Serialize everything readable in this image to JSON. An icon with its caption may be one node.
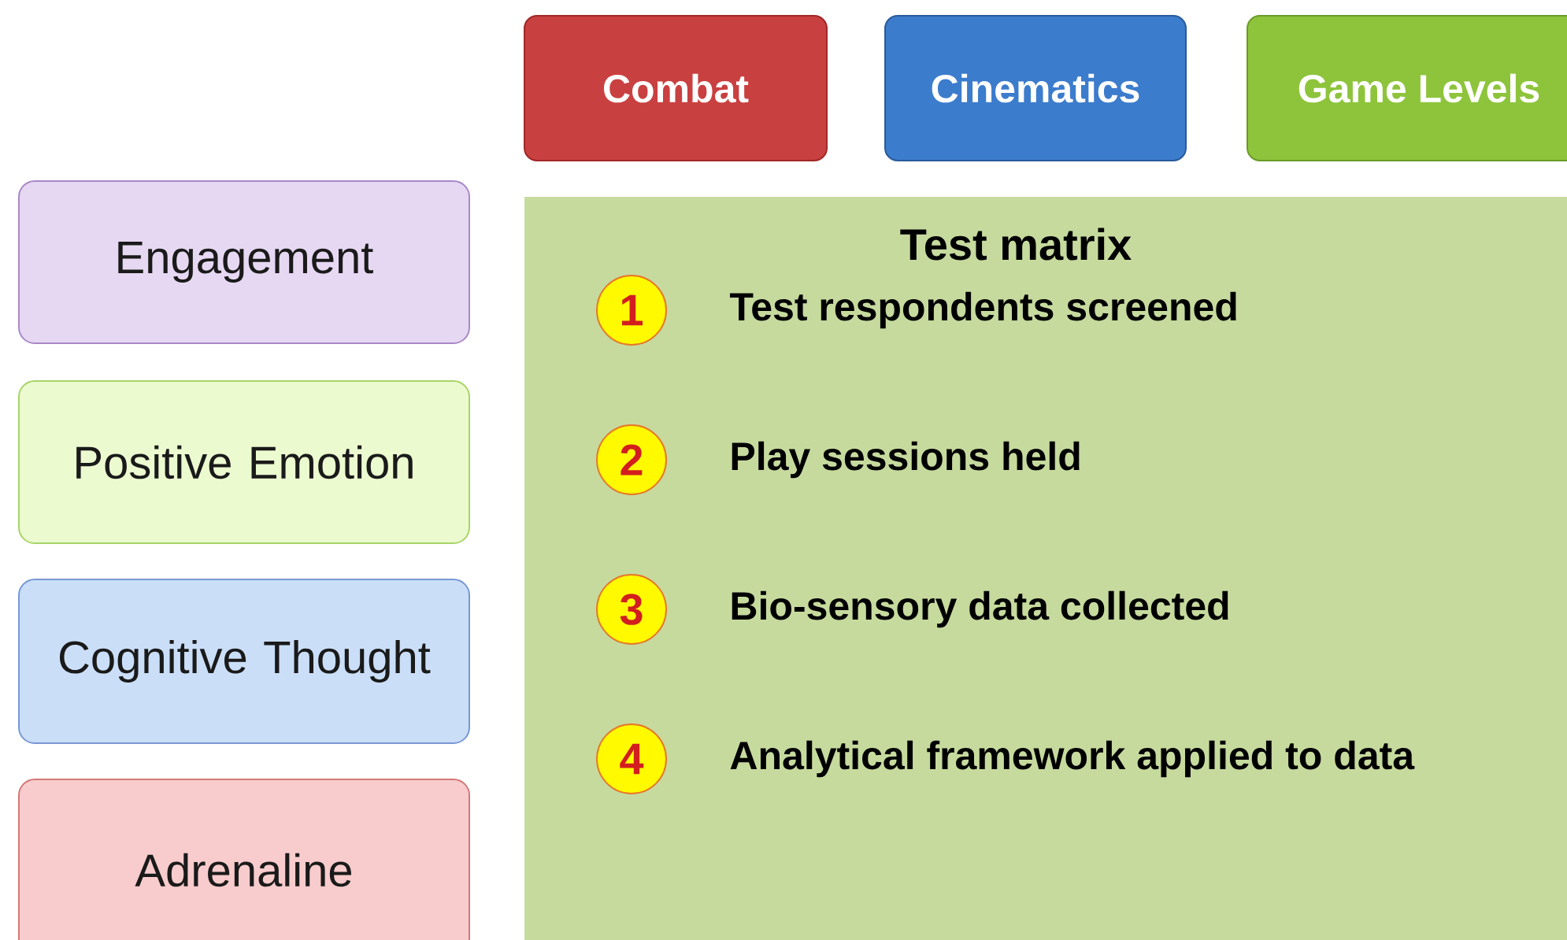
{
  "diagram": {
    "nodes": [
      {
        "text": [
          "Combat"
        ]
      },
      {
        "text": [
          "Cinematics"
        ]
      },
      {
        "text": [
          "Game Levels"
        ]
      },
      {
        "text": [
          "Engagement"
        ]
      },
      {
        "text": [
          "Positive Emotion"
        ]
      },
      {
        "text": [
          "Cognitive Thought"
        ]
      },
      {
        "text": [
          "Adrenaline"
        ]
      },
      {
        "text": [
          "Test matrix"
        ]
      },
      {
        "text": [
          "1"
        ],
        "in": 7,
        "beside": [
          "Test respondents screened"
        ]
      },
      {
        "text": [
          "2"
        ],
        "in": 7,
        "beside": [
          "Play sessions held"
        ]
      },
      {
        "text": [
          "3"
        ],
        "in": 7,
        "beside": [
          "Bio-sensory data collected"
        ]
      },
      {
        "text": [
          "4"
        ],
        "in": 7,
        "beside": [
          "Analytical framework applied to data"
        ]
      }
    ]
  }
}
